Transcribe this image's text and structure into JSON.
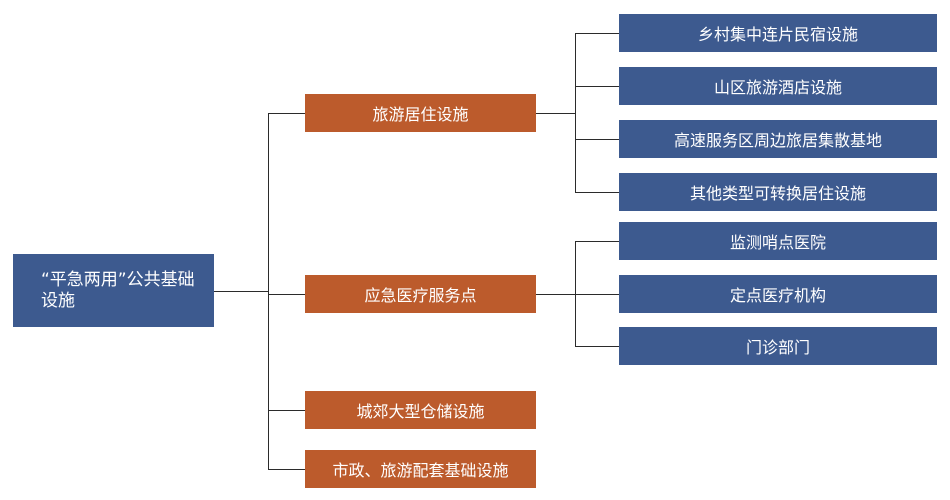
{
  "diagram": {
    "root": {
      "label": "“平急两用”公共基础设施"
    },
    "categories": [
      {
        "label": "旅游居住设施",
        "children": [
          "乡村集中连片民宿设施",
          "山区旅游酒店设施",
          "高速服务区周边旅居集散基地",
          "其他类型可转换居住设施"
        ]
      },
      {
        "label": "应急医疗服务点",
        "children": [
          "监测哨点医院",
          "定点医疗机构",
          "门诊部门"
        ]
      },
      {
        "label": "城郊大型仓储设施",
        "children": []
      },
      {
        "label": "市政、旅游配套基础设施",
        "children": []
      }
    ]
  },
  "colors": {
    "root_fill": "#3d5a8f",
    "category_fill": "#bc5b2c",
    "leaf_fill": "#3d5a8f",
    "connector": "#2b2b2b",
    "text": "#ffffff"
  }
}
